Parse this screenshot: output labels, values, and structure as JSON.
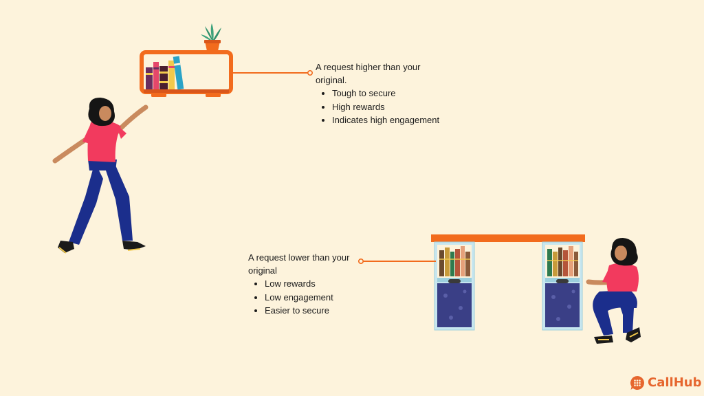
{
  "callouts": {
    "high": {
      "heading": "A request higher than your original.",
      "points": [
        "Tough to secure",
        "High rewards",
        "Indicates high engagement"
      ]
    },
    "low": {
      "heading": "A request lower than your original",
      "points": [
        "Low rewards",
        "Low engagement",
        "Easier to secure"
      ]
    }
  },
  "brand": {
    "name": "CallHub",
    "color": "#E6662E"
  },
  "colors": {
    "background": "#FDF3DC",
    "accent": "#F26B1D",
    "shirt": "#F23A5E",
    "pants": "#1B2E8C",
    "hair": "#151515",
    "cabinet": "#3A3F86"
  },
  "icons": [
    "leader-line",
    "shelf",
    "desk",
    "plant",
    "person",
    "brand-logo"
  ]
}
